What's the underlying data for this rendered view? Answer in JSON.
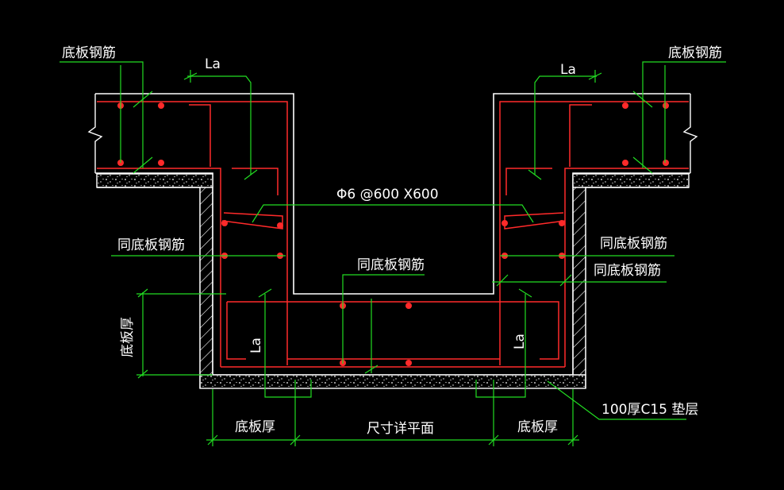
{
  "colors": {
    "background": "#000000",
    "concrete": "#ffffff",
    "rebar": "#ff2a2a",
    "dimension": "#22dd22",
    "text": "#ffffff"
  },
  "labels": {
    "bottom_slab_rebar_left": "底板钢筋",
    "bottom_slab_rebar_right": "底板钢筋",
    "anchor_la_top_left": "La",
    "anchor_la_top_right": "La",
    "anchor_la_bottom_left": "La",
    "anchor_la_bottom_right": "La",
    "tie_spec": "Φ6 @600 X600",
    "same_rebar_left": "同底板钢筋",
    "same_rebar_center": "同底板钢筋",
    "same_rebar_right_1": "同底板钢筋",
    "same_rebar_right_2": "同底板钢筋",
    "slab_thickness_vertical": "底板厚",
    "slab_thickness_left": "底板厚",
    "slab_thickness_right": "底板厚",
    "plan_size": "尺寸详平面",
    "cushion_layer": "100厚C15 垫层"
  }
}
